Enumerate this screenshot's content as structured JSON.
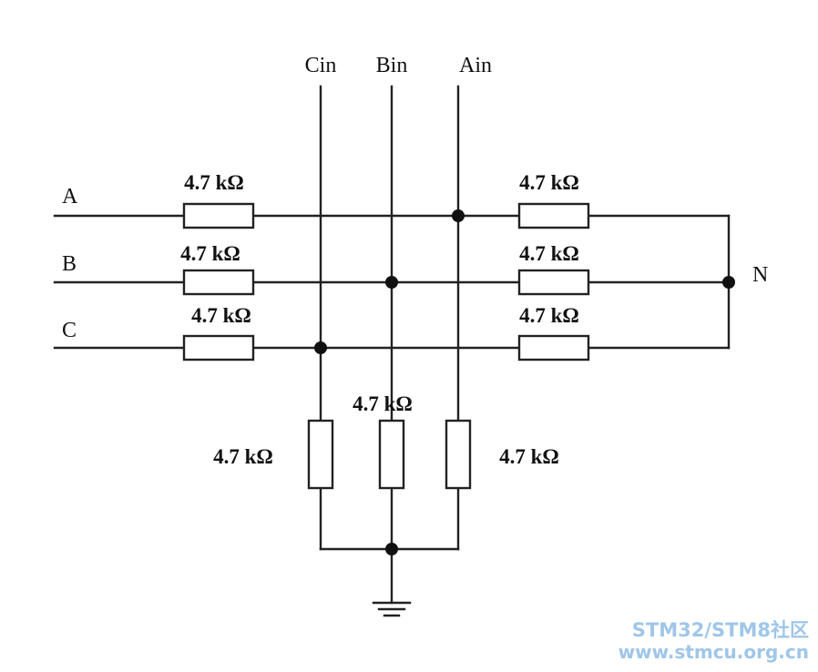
{
  "inputs": {
    "a": "A",
    "b": "B",
    "c": "C"
  },
  "outputs": {
    "cin": "Cin",
    "bin": "Bin",
    "ain": "Ain"
  },
  "neutral": "N",
  "resistor_value": "4.7 kΩ",
  "watermark": {
    "line1": "STM32/STM8社区",
    "line2": "www.stmcu.org.cn"
  }
}
